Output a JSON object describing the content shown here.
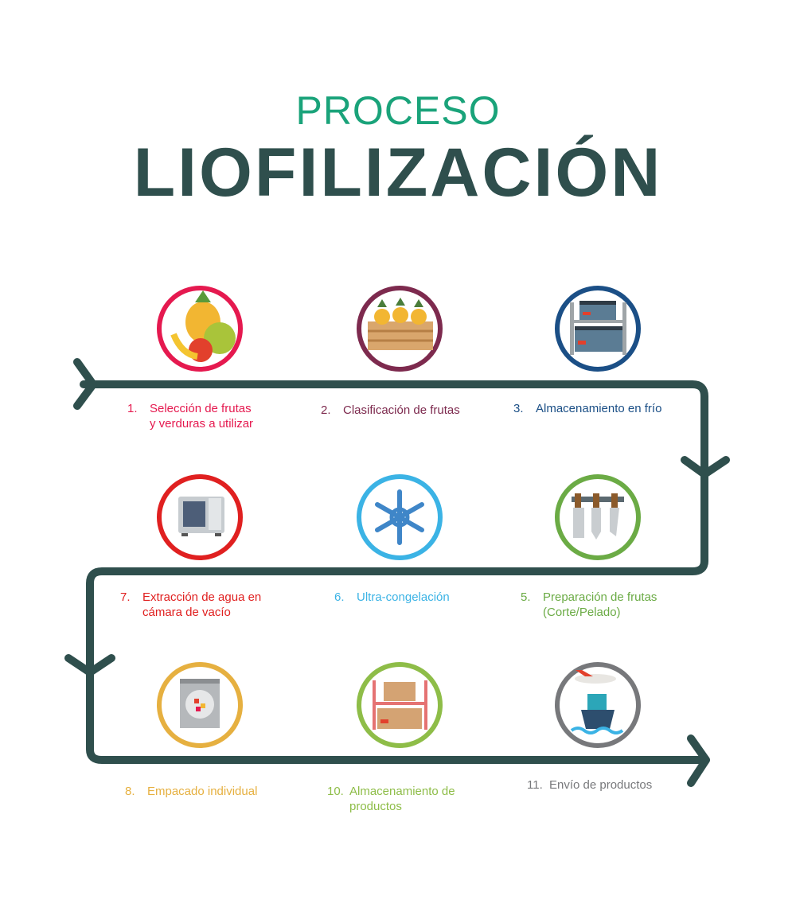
{
  "title": {
    "top": "PROCESO",
    "main": "LIOFILIZACIÓN"
  },
  "colors": {
    "path": "#2f4f4d",
    "title_top": "#1aa37a"
  },
  "steps": [
    {
      "num": "1.",
      "label1": "Selección de frutas",
      "label2": "y verduras a utilizar",
      "color": "#e5194f",
      "icon": "fruits-icon"
    },
    {
      "num": "2.",
      "label1": "Clasificación de frutas",
      "label2": "",
      "color": "#7d2a4e",
      "icon": "crate-icon"
    },
    {
      "num": "3.",
      "label1": "Almacenamiento en frío",
      "label2": "",
      "color": "#1b4f86",
      "icon": "cold-storage-icon"
    },
    {
      "num": "7.",
      "label1": "Extracción de agua en",
      "label2": "cámara de vacío",
      "color": "#e02020",
      "icon": "vacuum-chamber-icon"
    },
    {
      "num": "6.",
      "label1": "Ultra-congelación",
      "label2": "",
      "color": "#3bb3e5",
      "icon": "snowflake-icon"
    },
    {
      "num": "5.",
      "label1": "Preparación de frutas",
      "label2": "(Corte/Pelado)",
      "color": "#6bab45",
      "icon": "knives-icon"
    },
    {
      "num": "8.",
      "label1": "Empacado individual",
      "label2": "",
      "color": "#e6b040",
      "icon": "package-icon"
    },
    {
      "num": "10.",
      "label1": "Almacenamiento de",
      "label2": "productos",
      "color": "#8ebd48",
      "icon": "shelf-boxes-icon"
    },
    {
      "num": "11.",
      "label1": "Envío de productos",
      "label2": "",
      "color": "#77787b",
      "icon": "shipping-icon"
    }
  ]
}
